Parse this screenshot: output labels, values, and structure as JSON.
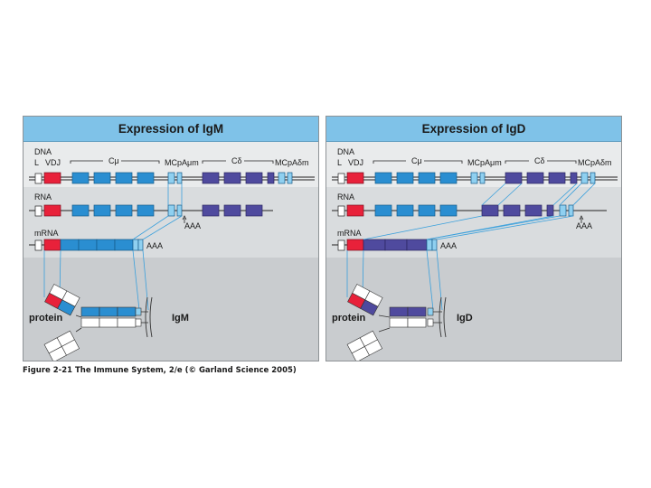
{
  "caption": "Figure 2-21 The Immune System, 2/e (© Garland Science 2005)",
  "colors": {
    "title_bar": "#7fc2e8",
    "vdj_red": "#e8213a",
    "c_mu_blue": "#2a8ed1",
    "c_delta_purple": "#4f4a9e",
    "membrane_exon": "#8fd0f0",
    "panel_bg": "#c9cccf"
  },
  "panels": [
    {
      "title": "Expression of IgM",
      "labels": {
        "dna": "DNA",
        "l": "L",
        "vdj": "VDJ",
        "c_mu": "Cμ",
        "c_delta": "Cδ",
        "mc_pa_mu_m": "MCpAμm",
        "mc_pa_delta_m": "MCpAδm",
        "rna": "RNA",
        "aaa_rna": "AAA",
        "mrna": "mRNA",
        "aaa_mrna": "AAA",
        "protein": "protein",
        "antibody": "IgM"
      }
    },
    {
      "title": "Expression of IgD",
      "labels": {
        "dna": "DNA",
        "l": "L",
        "vdj": "VDJ",
        "c_mu": "Cμ",
        "c_delta": "Cδ",
        "mc_pa_mu_m": "MCpAμm",
        "mc_pa_delta_m": "MCpAδm",
        "rna": "RNA",
        "aaa_rna": "AAA",
        "mrna": "mRNA",
        "aaa_mrna": "AAA",
        "protein": "protein",
        "antibody": "IgD"
      }
    }
  ]
}
